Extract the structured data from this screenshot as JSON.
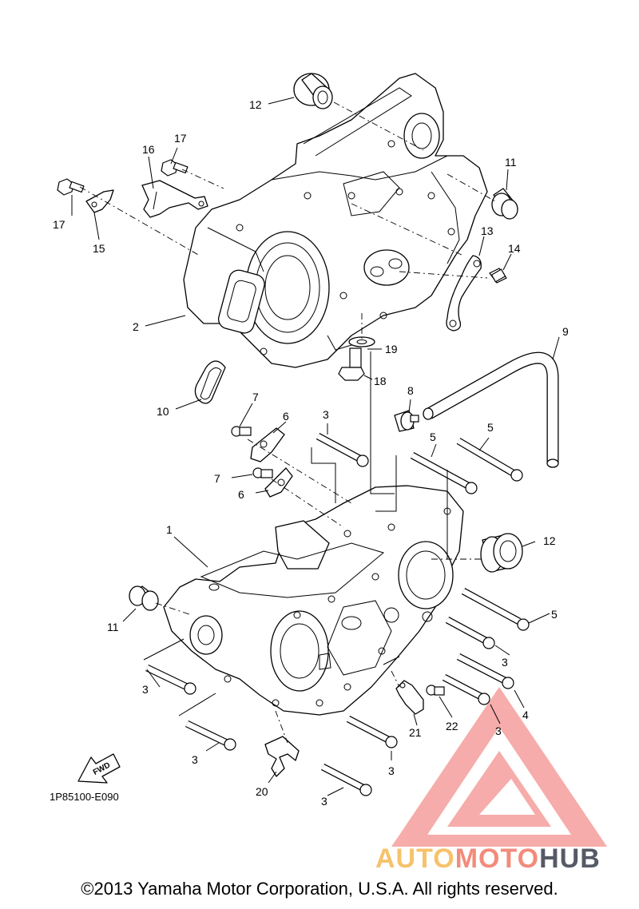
{
  "diagram": {
    "figure_code": "1P85100-E090",
    "direction_arrow": "FWD",
    "copyright": "©2013 Yamaha Motor Corporation, U.S.A. All rights reserved.",
    "watermark": {
      "part1": "AUTO",
      "part2": "MOTO",
      "part3": "HUB"
    },
    "callouts": [
      "1",
      "2",
      "3",
      "4",
      "5",
      "6",
      "7",
      "8",
      "9",
      "10",
      "11",
      "12",
      "13",
      "14",
      "15",
      "16",
      "17",
      "18",
      "19",
      "20",
      "21",
      "22"
    ]
  }
}
